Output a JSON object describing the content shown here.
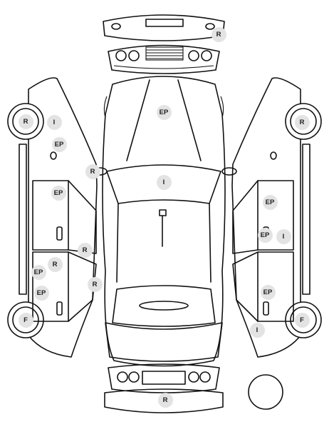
{
  "diagram": {
    "markers": [
      {
        "label": "R"
      },
      {
        "label": "EP"
      },
      {
        "label": "R"
      },
      {
        "label": "I"
      },
      {
        "label": "R"
      },
      {
        "label": "I"
      },
      {
        "label": "EP"
      },
      {
        "label": "EP"
      },
      {
        "label": "R"
      },
      {
        "label": "R"
      },
      {
        "label": "EP"
      },
      {
        "label": "EP"
      },
      {
        "label": "F"
      },
      {
        "label": "R"
      },
      {
        "label": "EP"
      },
      {
        "label": "EP"
      },
      {
        "label": "I"
      },
      {
        "label": "EP"
      },
      {
        "label": "I"
      },
      {
        "label": "F"
      },
      {
        "label": "R"
      }
    ]
  }
}
